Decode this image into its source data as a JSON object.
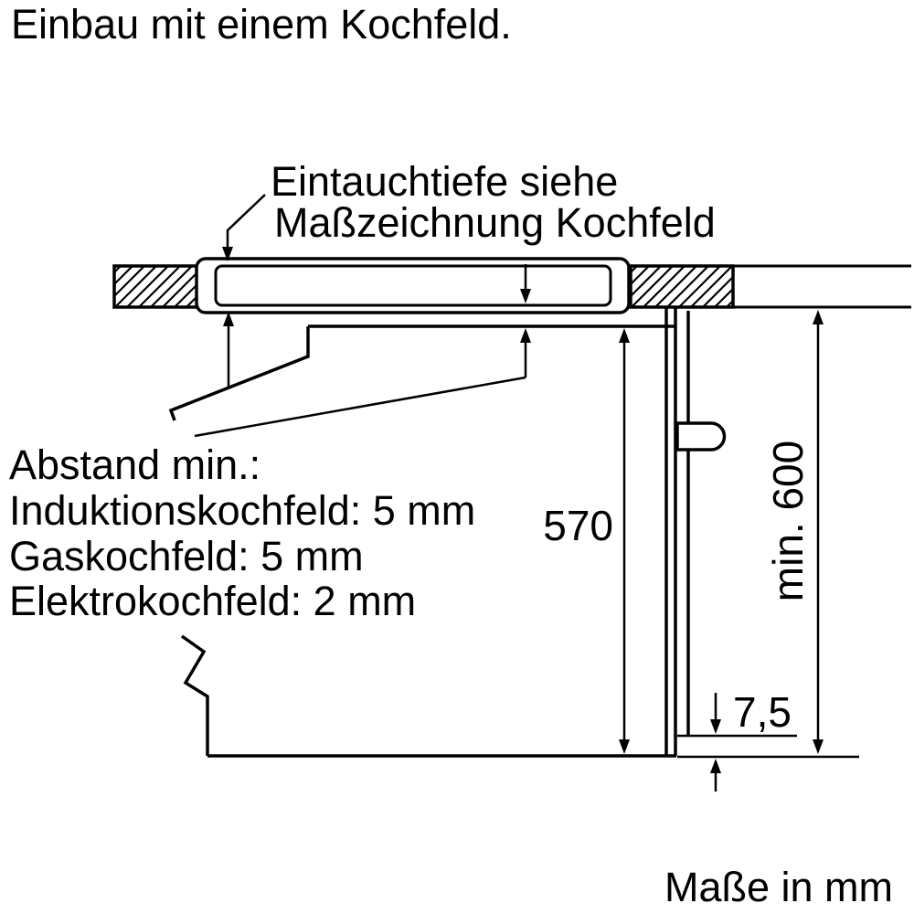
{
  "title": "Einbau mit einem Kochfeld.",
  "colors": {
    "background": "#ffffff",
    "lines": "#000000"
  },
  "diagram": {
    "callout_eintauchtiefe": {
      "line1": "Eintauchtiefe siehe",
      "line2": "Maßzeichnung Kochfeld"
    },
    "callout_abstand": {
      "line1": "Abstand min.:",
      "line2": "Induktionskochfeld: 5 mm",
      "line3": "Gaskochfeld: 5 mm",
      "line4": "Elektrokochfeld: 2 mm"
    },
    "dimensions": {
      "oven_height": "570",
      "niche_height": "min. 600",
      "front_offset": "7,5"
    },
    "footer": "Maße in mm"
  }
}
